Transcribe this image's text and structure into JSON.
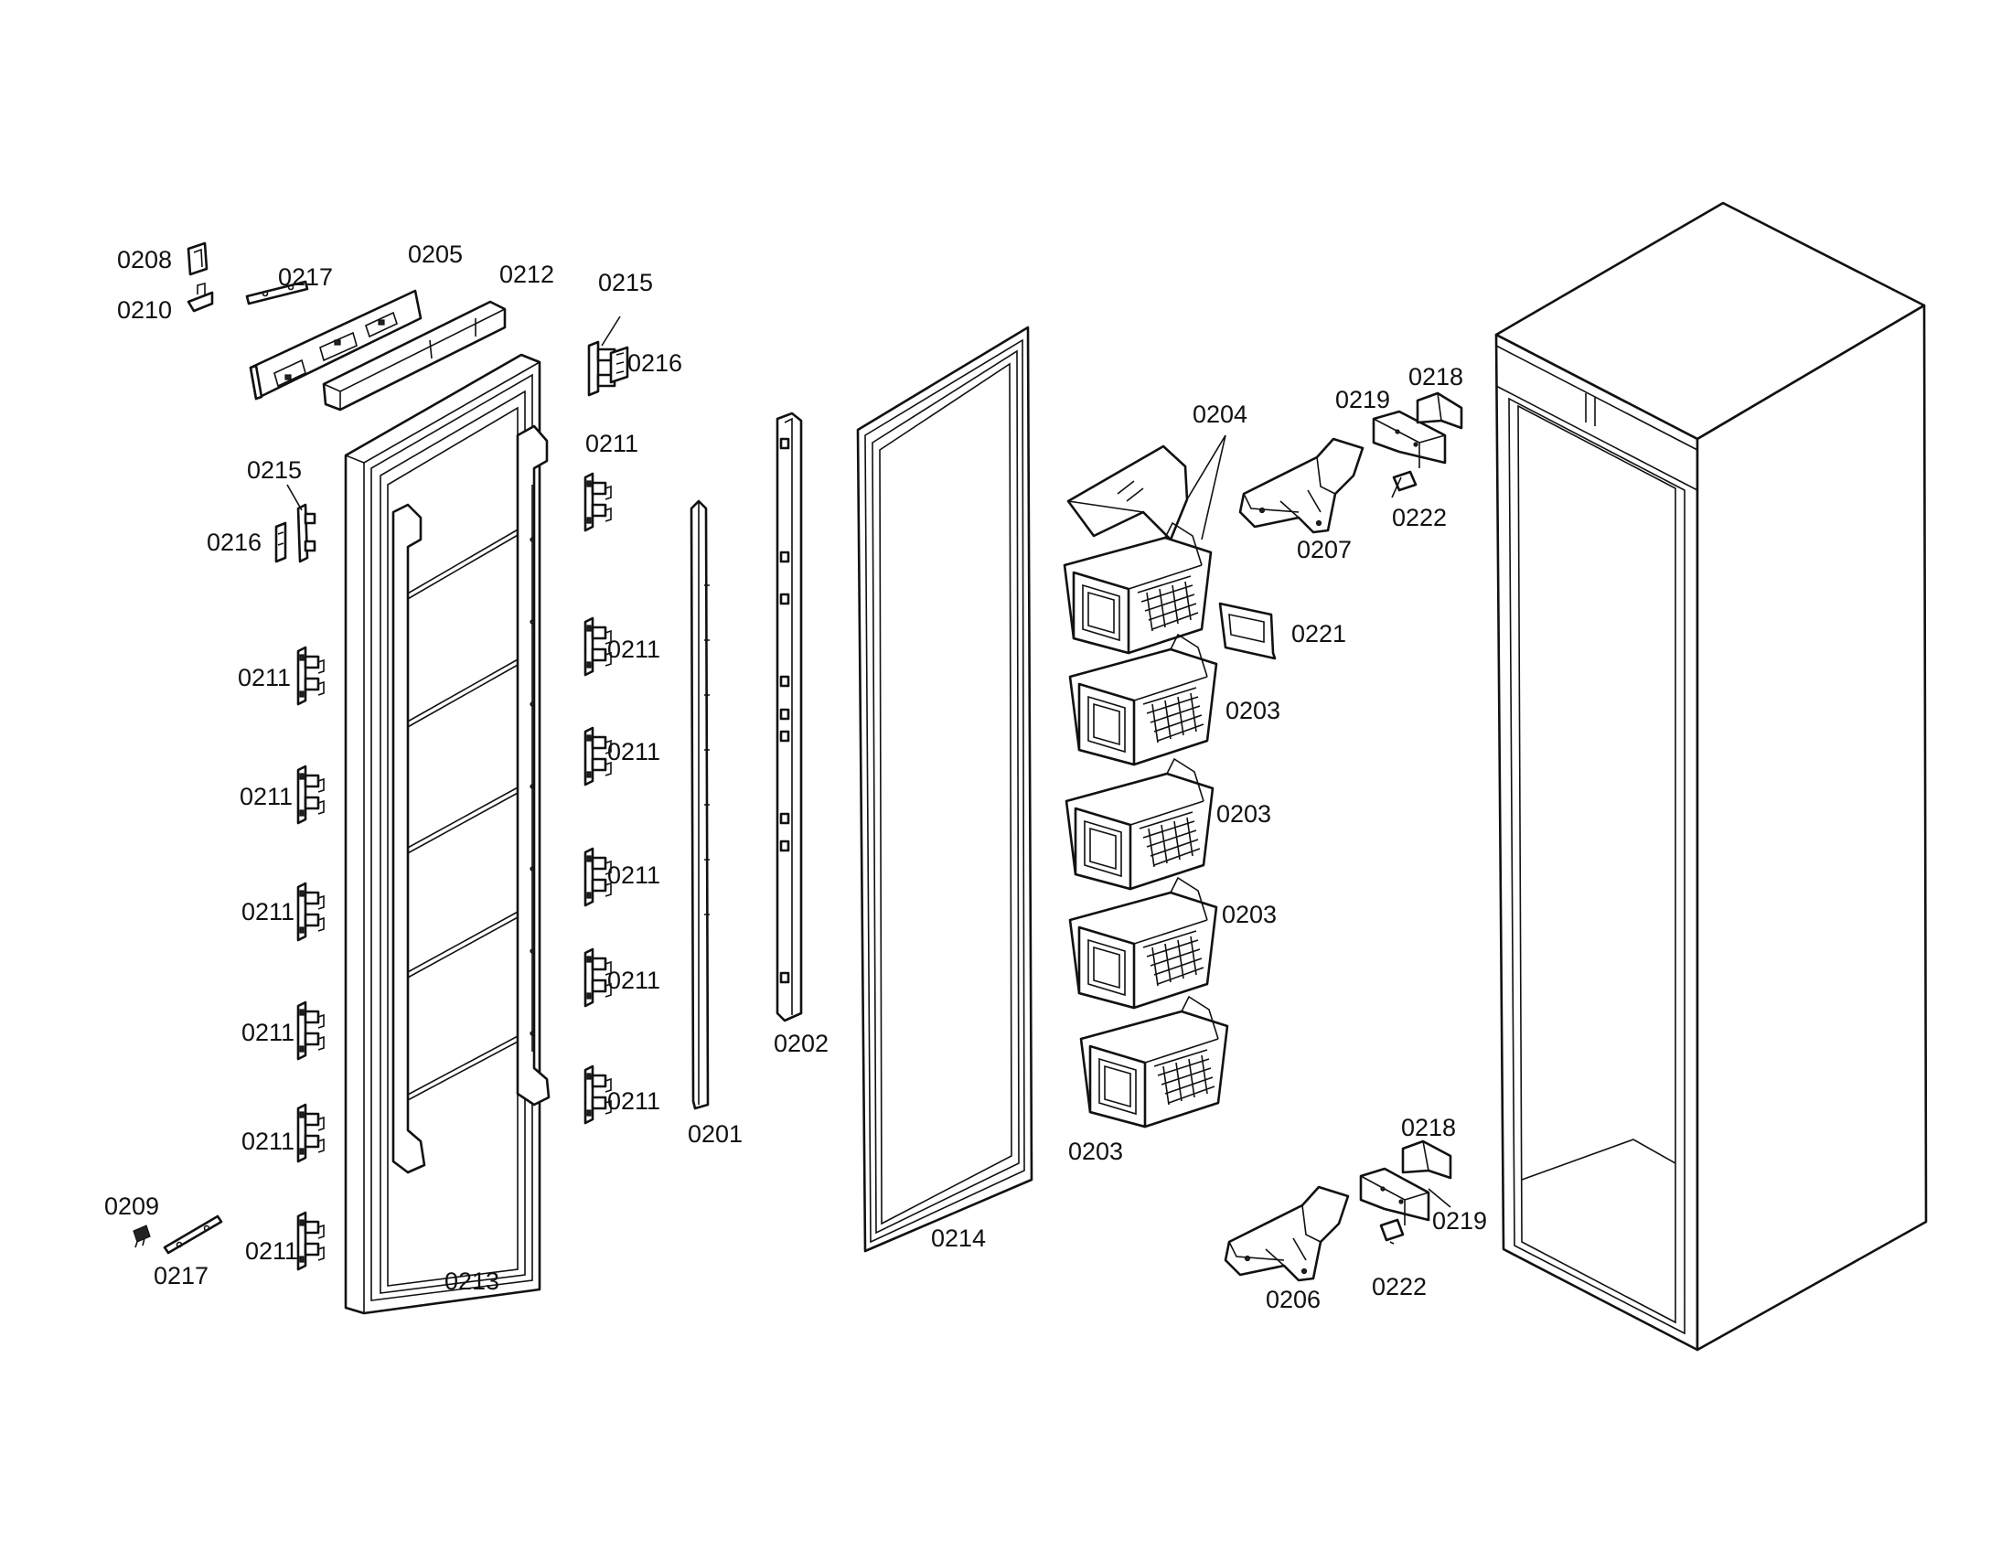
{
  "diagram": {
    "labels": [
      {
        "key": "l0208",
        "text": "0208"
      },
      {
        "key": "l0210",
        "text": "0210"
      },
      {
        "key": "l0217a",
        "text": "0217"
      },
      {
        "key": "l0205",
        "text": "0205"
      },
      {
        "key": "l0212",
        "text": "0212"
      },
      {
        "key": "l0215a",
        "text": "0215"
      },
      {
        "key": "l0216a",
        "text": "0216"
      },
      {
        "key": "l0215b",
        "text": "0215"
      },
      {
        "key": "l0216b",
        "text": "0216"
      },
      {
        "key": "l0211r1",
        "text": "0211"
      },
      {
        "key": "l0211r2",
        "text": "0211"
      },
      {
        "key": "l0211r3",
        "text": "0211"
      },
      {
        "key": "l0211r4",
        "text": "0211"
      },
      {
        "key": "l0211r5",
        "text": "0211"
      },
      {
        "key": "l0211r6",
        "text": "0211"
      },
      {
        "key": "l0211l1",
        "text": "0211"
      },
      {
        "key": "l0211l2",
        "text": "0211"
      },
      {
        "key": "l0211l3",
        "text": "0211"
      },
      {
        "key": "l0211l4",
        "text": "0211"
      },
      {
        "key": "l0211l5",
        "text": "0211"
      },
      {
        "key": "l0211l6",
        "text": "0211"
      },
      {
        "key": "l0209",
        "text": "0209"
      },
      {
        "key": "l0217b",
        "text": "0217"
      },
      {
        "key": "l0213",
        "text": "0213"
      },
      {
        "key": "l0201",
        "text": "0201"
      },
      {
        "key": "l0202",
        "text": "0202"
      },
      {
        "key": "l0214",
        "text": "0214"
      },
      {
        "key": "l0204",
        "text": "0204"
      },
      {
        "key": "l0221",
        "text": "0221"
      },
      {
        "key": "l0203a",
        "text": "0203"
      },
      {
        "key": "l0203b",
        "text": "0203"
      },
      {
        "key": "l0203c",
        "text": "0203"
      },
      {
        "key": "l0203d",
        "text": "0203"
      },
      {
        "key": "l0219a",
        "text": "0219"
      },
      {
        "key": "l0218a",
        "text": "0218"
      },
      {
        "key": "l0207",
        "text": "0207"
      },
      {
        "key": "l0222a",
        "text": "0222"
      },
      {
        "key": "l0218b",
        "text": "0218"
      },
      {
        "key": "l0219b",
        "text": "0219"
      },
      {
        "key": "l0222b",
        "text": "0222"
      },
      {
        "key": "l0206",
        "text": "0206"
      }
    ]
  }
}
